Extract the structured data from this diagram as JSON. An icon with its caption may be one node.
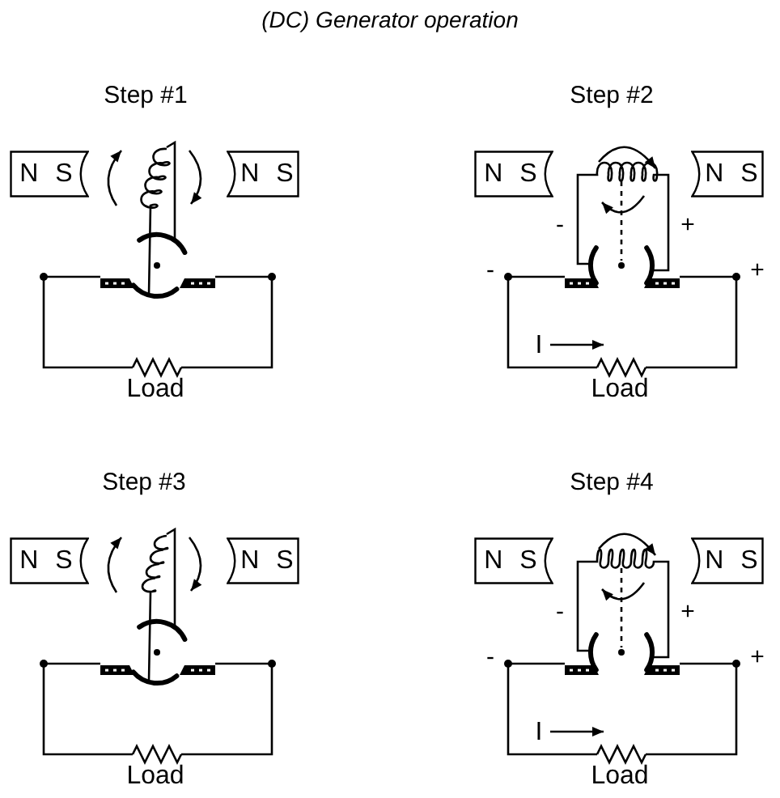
{
  "diagram": {
    "title": "(DC) Generator operation",
    "nodes": [
      {
        "text": [
          "N S"
        ]
      },
      {
        "text": [
          "N S"
        ]
      },
      {
        "text": [
          "N S"
        ]
      },
      {
        "text": [
          "N S"
        ]
      },
      {
        "text": [
          "N S"
        ]
      },
      {
        "text": [
          "N S"
        ]
      },
      {
        "text": [
          "N S"
        ]
      },
      {
        "text": [
          "N S"
        ]
      }
    ],
    "labels": [
      "Step #1",
      "Load",
      "Step #2",
      "-",
      "+",
      "-",
      "+",
      "I",
      "Load",
      "Step #3",
      "Load",
      "Step #4",
      "-",
      "+",
      "-",
      "+",
      "I",
      "Load"
    ]
  }
}
